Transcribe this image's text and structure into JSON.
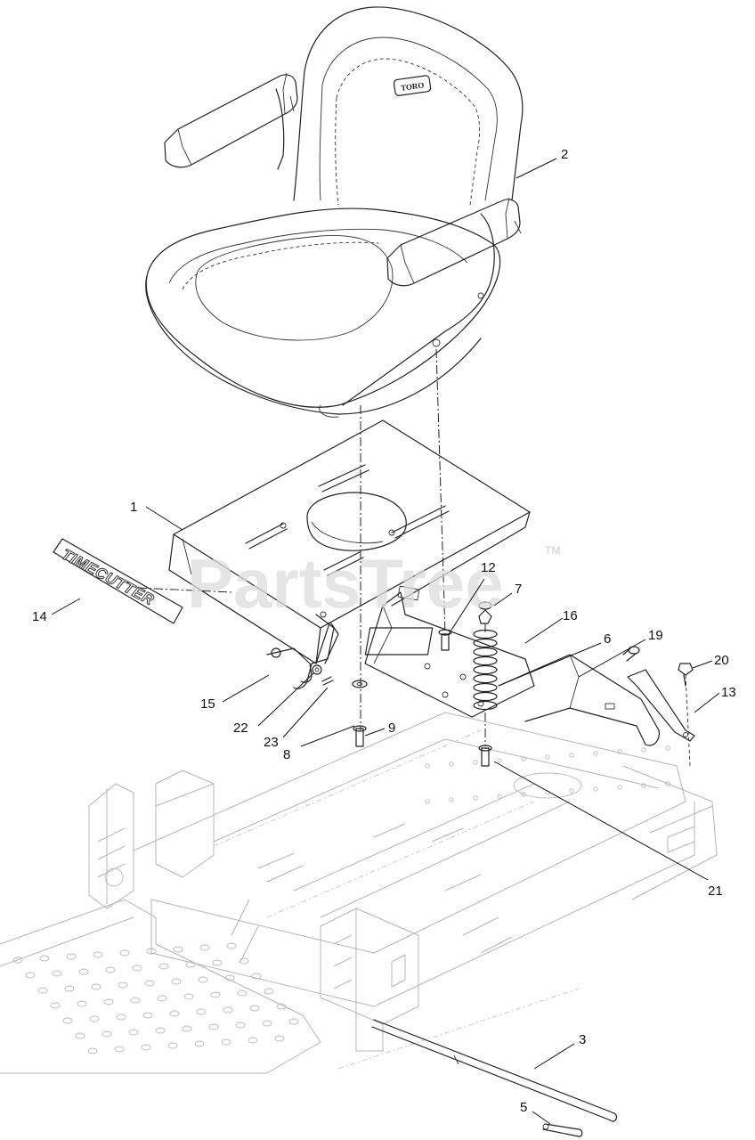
{
  "watermark": {
    "text": "PartsTree",
    "mark": "TM"
  },
  "seat_logo": "TORO",
  "decal_text": "TIMECUTTER",
  "callouts": [
    {
      "label": "1"
    },
    {
      "label": "2"
    },
    {
      "label": "3"
    },
    {
      "label": "5"
    },
    {
      "label": "6"
    },
    {
      "label": "7"
    },
    {
      "label": "8"
    },
    {
      "label": "9"
    },
    {
      "label": "12"
    },
    {
      "label": "13"
    },
    {
      "label": "14"
    },
    {
      "label": "15"
    },
    {
      "label": "16"
    },
    {
      "label": "19"
    },
    {
      "label": "20"
    },
    {
      "label": "21"
    },
    {
      "label": "22"
    },
    {
      "label": "23"
    }
  ],
  "colors": {
    "line": "#222222",
    "ghost": "#b5b5b5",
    "watermark": "#dcdcdc"
  }
}
